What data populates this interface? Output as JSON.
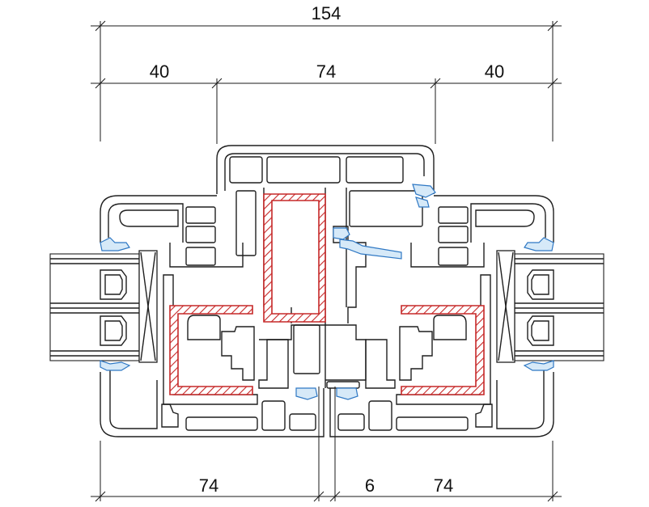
{
  "dimensions": {
    "total_width": "154",
    "top_left": "40",
    "top_center": "74",
    "top_right": "40",
    "bottom_left": "74",
    "bottom_gap": "6",
    "bottom_right": "74"
  },
  "colors": {
    "outline": "#1f1f1f",
    "steel_reinforcement": "#c62828",
    "gasket": "#2f78c4",
    "background": "#ffffff"
  }
}
